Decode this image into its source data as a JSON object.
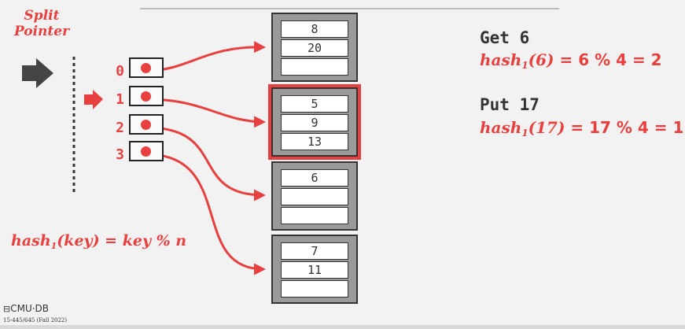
{
  "split_pointer": {
    "line1": "Split",
    "line2": "Pointer"
  },
  "directory": {
    "slots": [
      "0",
      "1",
      "2",
      "3"
    ]
  },
  "buckets": [
    {
      "values": [
        "8",
        "20",
        ""
      ]
    },
    {
      "values": [
        "5",
        "9",
        "13"
      ]
    },
    {
      "values": [
        "6",
        "",
        ""
      ]
    },
    {
      "values": [
        "7",
        "11",
        ""
      ]
    }
  ],
  "operations": [
    {
      "title": "Get 6",
      "fn": "hash",
      "sub": "1",
      "arg": "(6)",
      "rhs": " =  6 % 4 = 2"
    },
    {
      "title": "Put 17",
      "fn": "hash",
      "sub": "1",
      "arg": "(17)",
      "rhs": " =  17 % 4 = 1"
    }
  ],
  "hash_formula": {
    "fn": "hash",
    "sub": "1",
    "rest": "(key) = key % n"
  },
  "footer": {
    "logo": "CMU·DB",
    "course": "15-445/645 (Fall 2022)"
  },
  "colors": {
    "accent": "#e8403f",
    "bucket_fill": "#9a9a9a",
    "arrow_gray": "#444444"
  }
}
